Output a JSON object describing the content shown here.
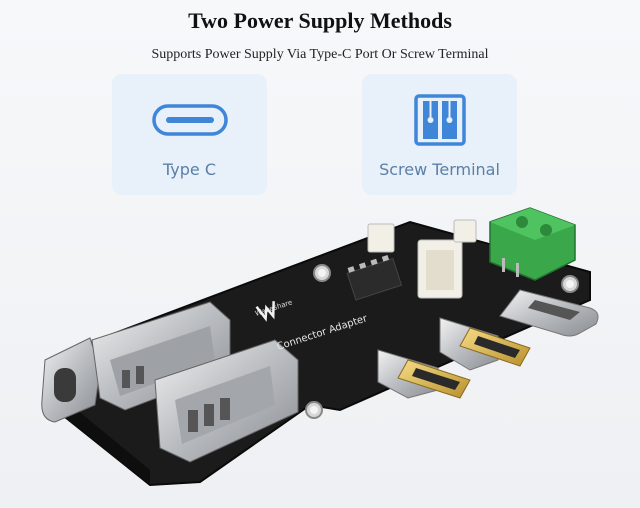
{
  "header": {
    "title": "Two Power Supply Methods",
    "subtitle": "Supports Power Supply Via Type-C Port Or Screw Terminal"
  },
  "options": [
    {
      "label": "Type C",
      "icon": "usb-type-c-icon"
    },
    {
      "label": "Screw Terminal",
      "icon": "screw-terminal-icon"
    }
  ],
  "board": {
    "logo_text": "Waveshare",
    "silkscreen": "Connector Adapter"
  },
  "colors": {
    "accent": "#3f86d8",
    "card_bg": "#e8f0f9",
    "pcb": "#1b1b1b",
    "terminal_green": "#3aa84a"
  }
}
